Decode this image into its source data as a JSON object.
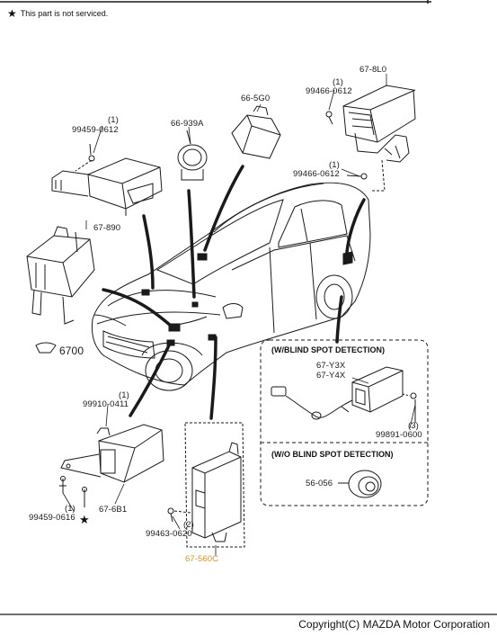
{
  "note": {
    "symbol": "★",
    "text": "This part is not serviced."
  },
  "labels": {
    "p67_8l0": "67-8L0",
    "p99466_top": "99466-0612",
    "p99466_top_qty": "(1)",
    "p99466_mid": "99466-0612",
    "p99466_mid_qty": "(1)",
    "p66_5g0": "66-5G0",
    "p66_939a": "66-939A",
    "p99459_0612": "99459-0612",
    "p99459_0612_qty": "(1)",
    "p67_890": "67-890",
    "p6700": "6700",
    "p99910": "99910-0411",
    "p99910_qty": "(1)",
    "p67_6b1": "67-6B1",
    "p99459_0616": "99459-0616",
    "p99459_0616_qty": "(1)",
    "p99463": "99463-0620",
    "p99463_qty": "(2)",
    "p67_560c": "67-560C",
    "p67_y3x": "67-Y3X",
    "p67_y4x": "67-Y4X",
    "p99891": "99891-0600",
    "p99891_qty": "(3)",
    "p56_056": "56-056"
  },
  "boxes": {
    "with_bsd": "(W/BLIND SPOT DETECTION)",
    "without_bsd": "(W/O BLIND SPOT DETECTION)"
  },
  "star_mark": "★",
  "copyright": "Copyright(C) MAZDA Motor Corporation",
  "colors": {
    "highlight": "#e0901e",
    "line": "#1a1a1a"
  }
}
